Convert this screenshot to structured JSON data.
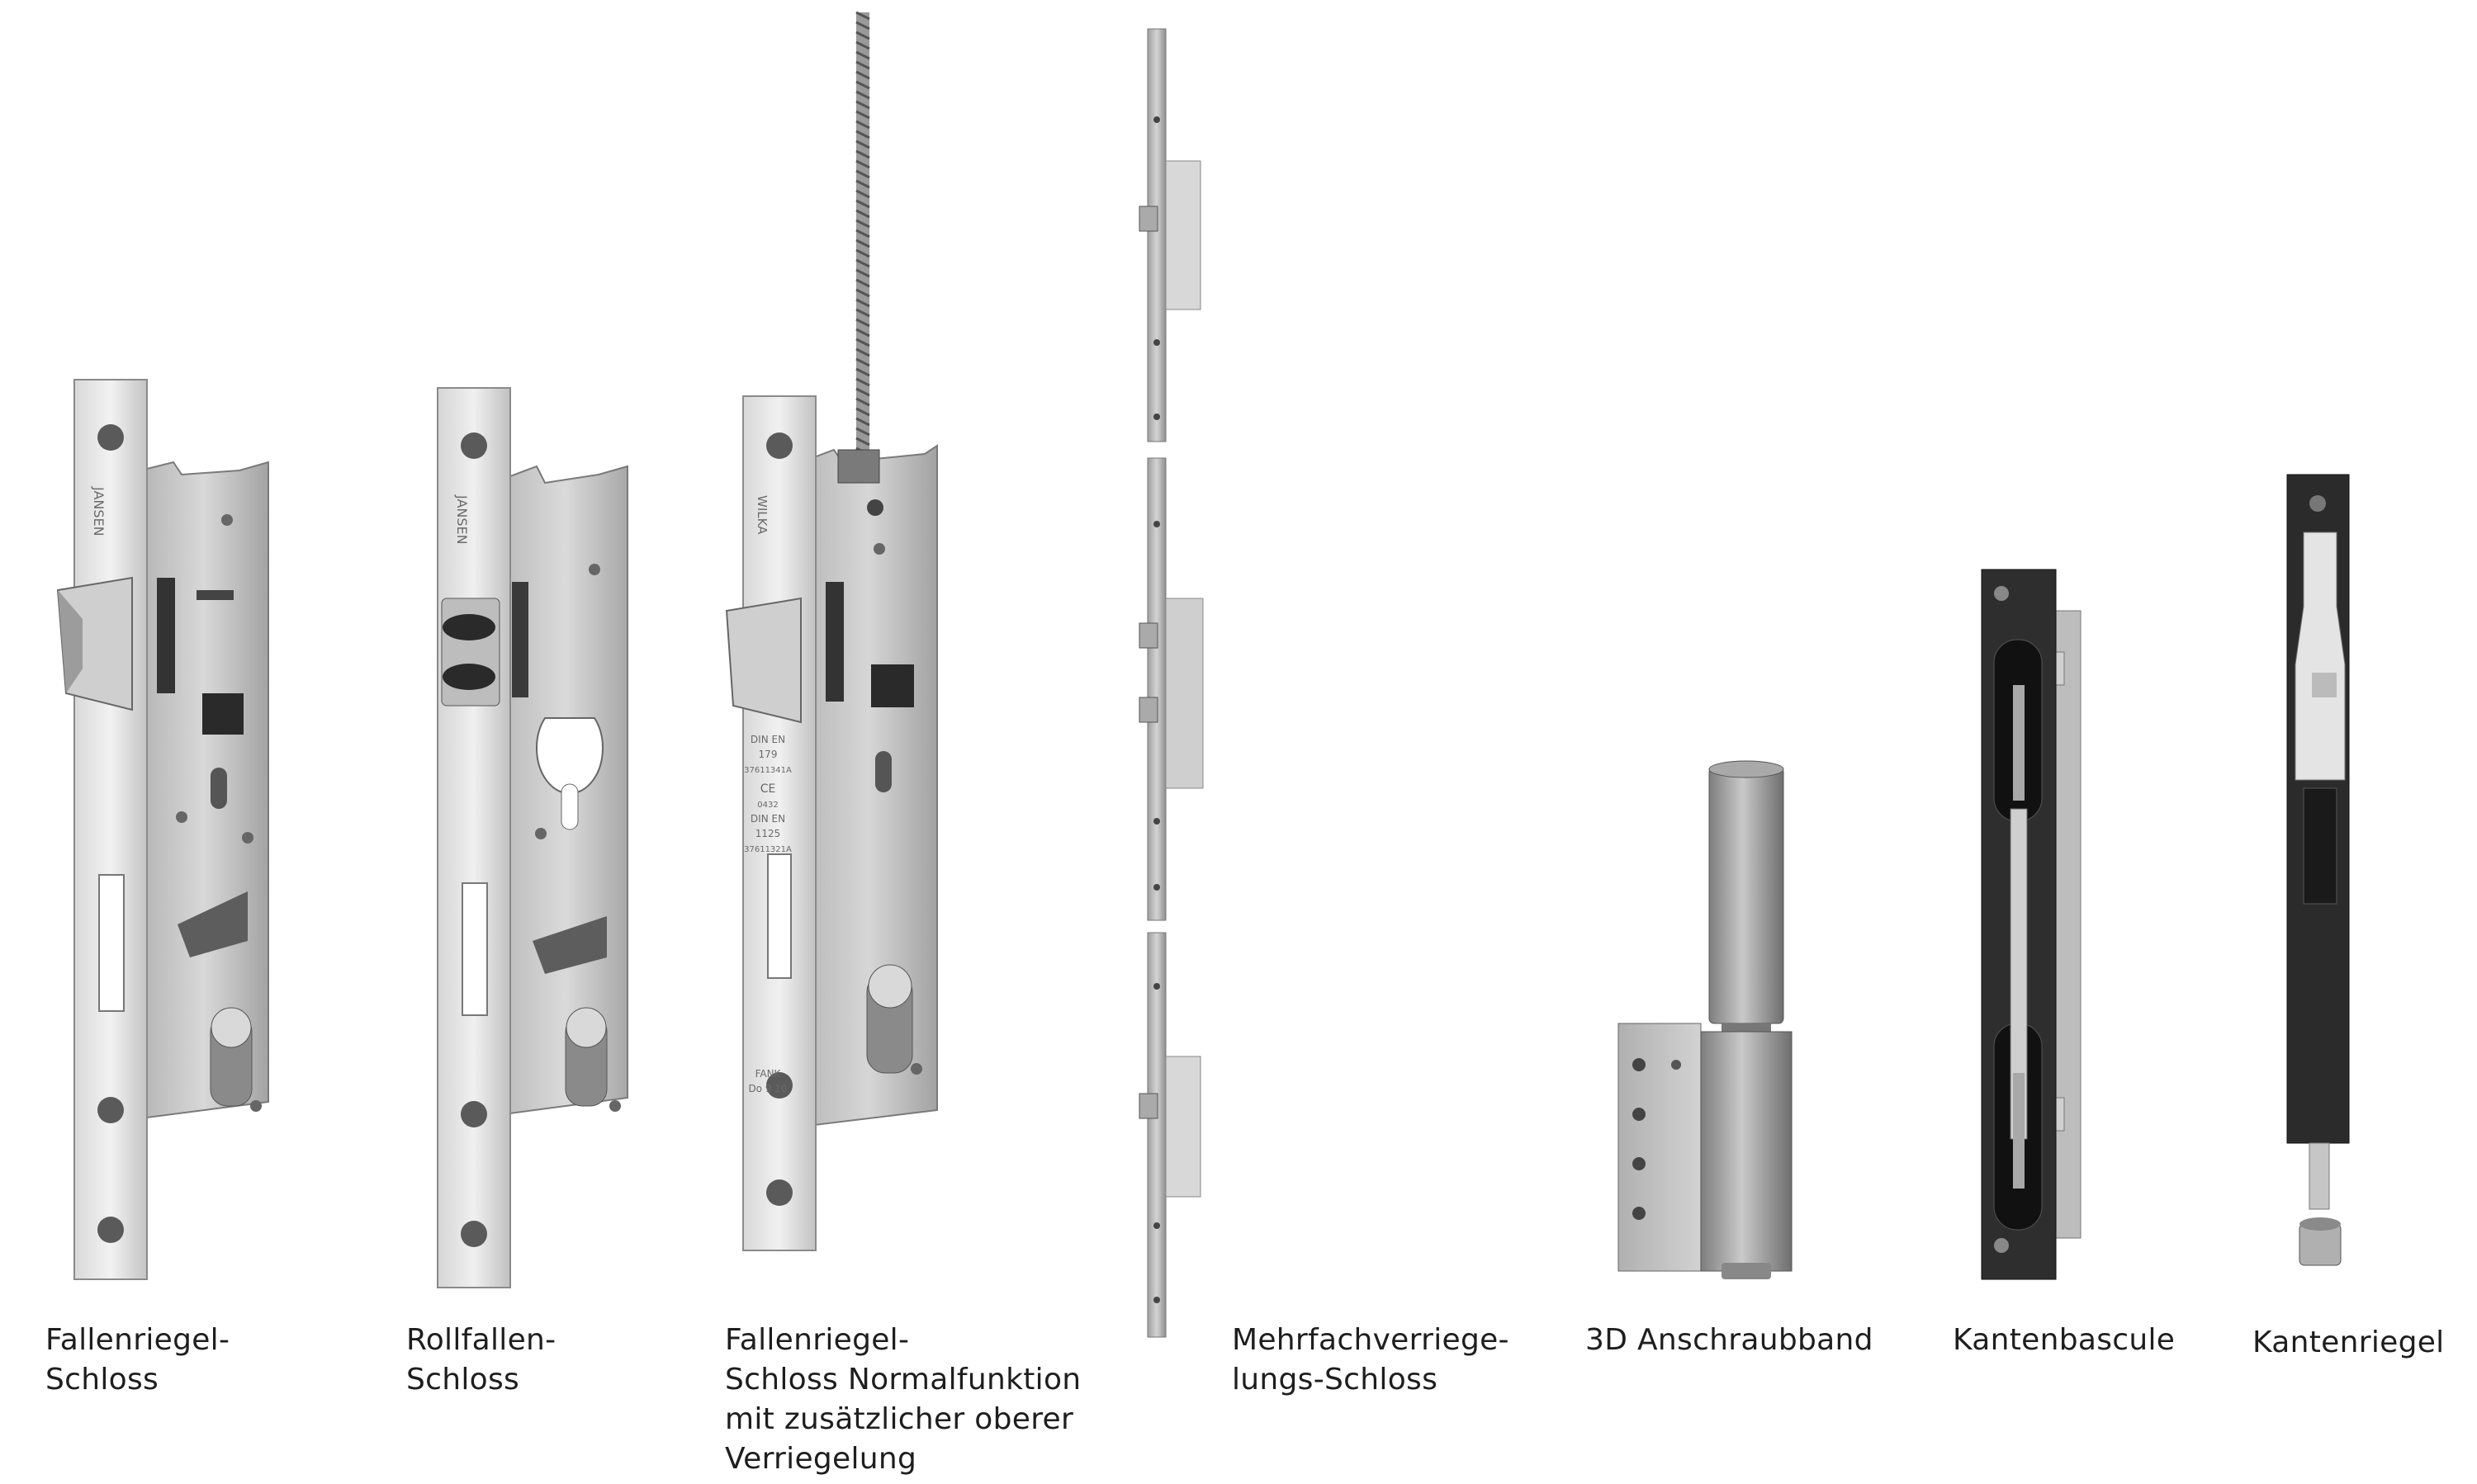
{
  "products": [
    {
      "caption": "Fallenriegel-\nSchloss",
      "engraving": "JANSEN"
    },
    {
      "caption": "Rollfallen-\nSchloss",
      "engraving": "JANSEN"
    },
    {
      "caption": "Fallenriegel-\nSchloss Normalfunktion\nmit zusätzlicher oberer\nVerriegelung",
      "engraving": "WILKA",
      "marking_lines": [
        "DIN EN",
        "179",
        "37611341A",
        "CE",
        "0432",
        "DIN EN",
        "1125",
        "37611321A",
        "FANK",
        "Do 9 10"
      ]
    },
    {
      "caption": "Mehrfachverriege-\nlungs-Schloss"
    },
    {
      "caption": "3D Anschraubband"
    },
    {
      "caption": "Kantenbascule"
    },
    {
      "caption": "Kantenriegel"
    }
  ],
  "colors": {
    "background": "#ffffff",
    "steel_light": "#e6e6e6",
    "steel_mid": "#bdbdbd",
    "steel_dark": "#8a8a8a",
    "black_part": "#2b2b2b",
    "caption_text": "#1e1e1e"
  }
}
